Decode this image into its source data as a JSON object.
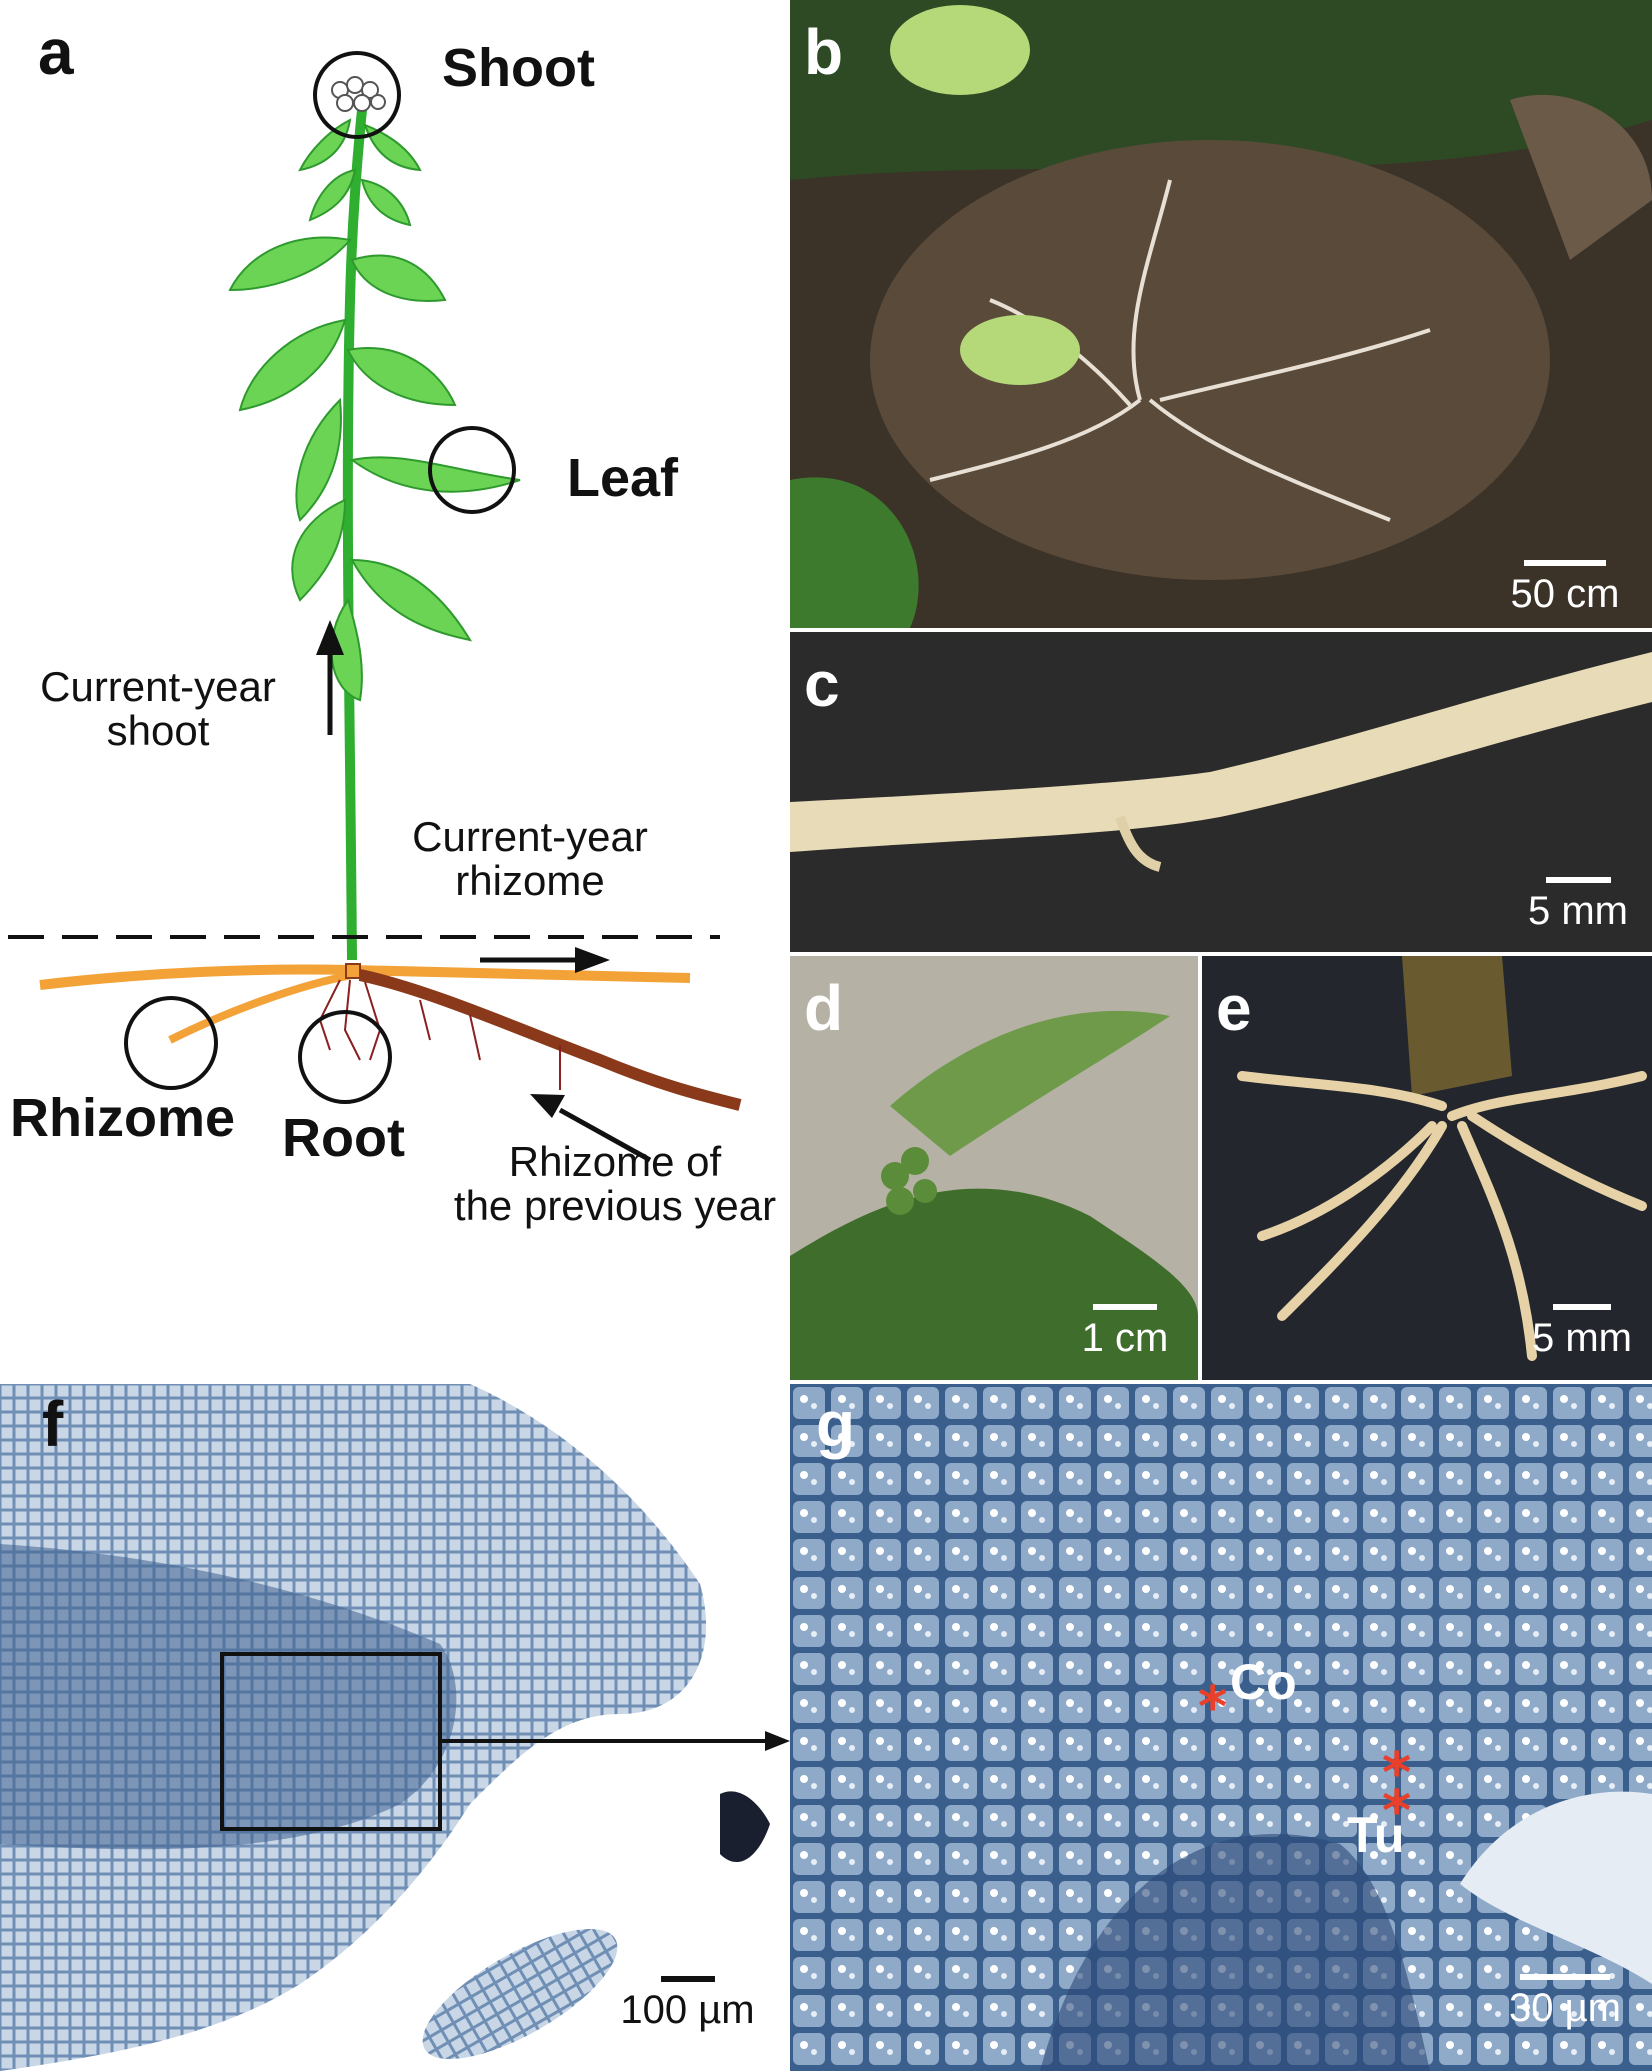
{
  "panels": {
    "a": {
      "label": "a",
      "shoot": "Shoot",
      "leaf": "Leaf",
      "rhizome": "Rhizome",
      "root": "Root",
      "current_year_shoot_line1": "Current-year",
      "current_year_shoot_line2": "shoot",
      "current_year_rhizome_line1": "Current-year",
      "current_year_rhizome_line2": "rhizome",
      "rhizome_prev_line1": "Rhizome of",
      "rhizome_prev_line2": "the previous year"
    },
    "b": {
      "label": "b",
      "scale": "50 cm"
    },
    "c": {
      "label": "c",
      "scale": "5 mm"
    },
    "d": {
      "label": "d",
      "scale": "1 cm"
    },
    "e": {
      "label": "e",
      "scale": "5 mm"
    },
    "f": {
      "label": "f",
      "scale": "100 µm"
    },
    "g": {
      "label": "g",
      "scale": "30 µm",
      "co": "Co",
      "tu": "Tu"
    }
  },
  "colors": {
    "leaf_green": "#5ecf4a",
    "stem_green": "#2fae2f",
    "rhizome_orange": "#f2a236",
    "old_rhizome_brown": "#8a3a1a",
    "section_blue": "#3e6390",
    "asterisk_red": "#e8402a"
  },
  "icons": {
    "arrows": "arrow-icon",
    "circles": "highlight-circle-icon"
  }
}
